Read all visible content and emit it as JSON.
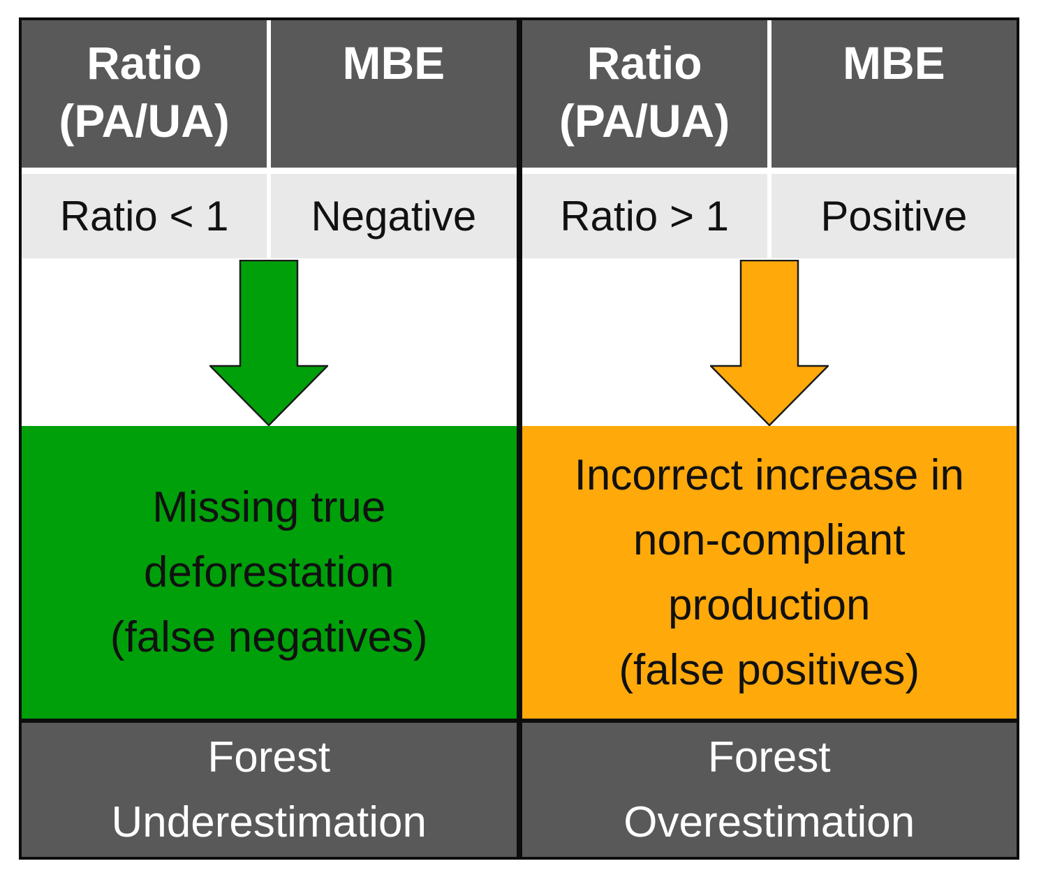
{
  "figure": {
    "description": "Two-panel diagram linking accuracy ratio and MBE sign to forest area estimation errors",
    "colors": {
      "header_bg": "#595959",
      "condition_bg": "#E9E9E9",
      "footer_bg": "#595959",
      "border_black": "#0d0d0d",
      "divider_white": "#ffffff",
      "green": "#00A00A",
      "orange": "#FFA90B",
      "text_light": "#ffffff",
      "text_dark": "#111111"
    }
  },
  "panels": [
    {
      "id": "forest-underestimation",
      "header": {
        "col1_line1": "Ratio",
        "col1_line2": "(PA/UA)",
        "col2": "MBE"
      },
      "condition": {
        "ratio": "Ratio < 1",
        "mbe": "Negative"
      },
      "arrow": {
        "direction": "down",
        "color": "#00A00A"
      },
      "consequence": {
        "bg": "#00A00A",
        "lines": [
          "Missing true",
          "deforestation",
          "(false negatives)"
        ]
      },
      "outcome": {
        "lines": [
          "Forest",
          "Underestimation"
        ]
      }
    },
    {
      "id": "forest-overestimation",
      "header": {
        "col1_line1": "Ratio",
        "col1_line2": "(PA/UA)",
        "col2": "MBE"
      },
      "condition": {
        "ratio": "Ratio > 1",
        "mbe": "Positive"
      },
      "arrow": {
        "direction": "down",
        "color": "#FFA90B"
      },
      "consequence": {
        "bg": "#FFA90B",
        "lines": [
          "Incorrect increase in",
          "non-compliant",
          "production",
          "(false positives)"
        ]
      },
      "outcome": {
        "lines": [
          "Forest",
          "Overestimation"
        ]
      }
    }
  ]
}
